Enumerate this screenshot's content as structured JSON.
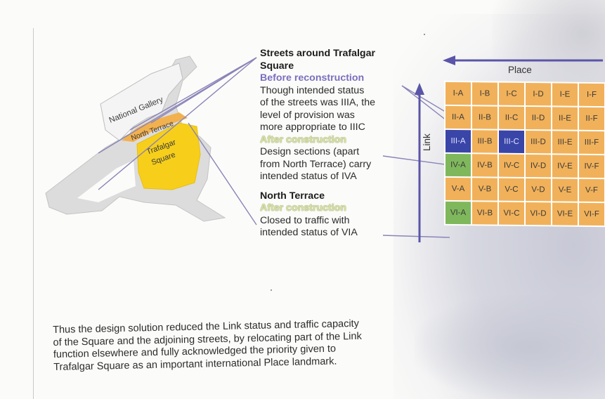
{
  "map": {
    "national_gallery": "National Gallery",
    "north_terrace": "North Terrace",
    "trafalgar_square": [
      "Trafalgar",
      "Square"
    ]
  },
  "notes": {
    "heading_lines": [
      "Streets around Trafalgar",
      "Square"
    ],
    "before_label": "Before reconstruction",
    "before_lines": [
      "Though intended status",
      "of the streets was IIIA, the",
      "level of provision was",
      "more appropriate to IIIC"
    ],
    "after_label": "After construction",
    "after_lines": [
      "Design sections (apart",
      "from North Terrace) carry",
      "intended status of IVA"
    ],
    "north_terrace_heading": "North Terrace",
    "north_after_label": "After construction",
    "north_after_lines": [
      "Closed to traffic with",
      "intended status of VIA"
    ]
  },
  "matrix": {
    "place_label": "Place",
    "link_label": "Link",
    "rows": [
      [
        "I-A",
        "I-B",
        "I-C",
        "I-D",
        "I-E",
        "I-F"
      ],
      [
        "II-A",
        "II-B",
        "II-C",
        "II-D",
        "II-E",
        "II-F"
      ],
      [
        "III-A",
        "III-B",
        "III-C",
        "III-D",
        "III-E",
        "III-F"
      ],
      [
        "IV-A",
        "IV-B",
        "IV-C",
        "IV-D",
        "IV-E",
        "IV-F"
      ],
      [
        "V-A",
        "V-B",
        "V-C",
        "V-D",
        "V-E",
        "V-F"
      ],
      [
        "VI-A",
        "VI-B",
        "VI-C",
        "VI-D",
        "VI-E",
        "VI-F"
      ]
    ],
    "highlighted_blue": [
      "III-A",
      "III-C"
    ],
    "highlighted_green": [
      "IV-A",
      "VI-A"
    ],
    "colors": {
      "default": "#f1b15a",
      "green": "#7fb85c",
      "blue": "#3a45a8",
      "arrow": "#5a55a8"
    }
  },
  "body_text": [
    "Thus the design solution reduced the Link status and traffic capacity",
    "of the Square and the adjoining streets, by relocating part of the Link",
    "function elsewhere and fully acknowledged the priority given to",
    "Trafalgar Square as an important international Place landmark."
  ]
}
